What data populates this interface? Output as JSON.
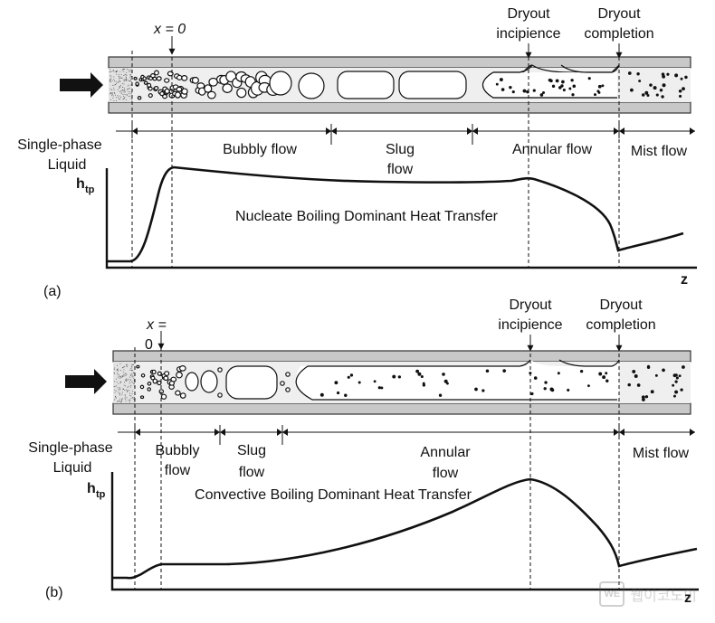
{
  "panel_a": {
    "tag": "(a)",
    "x0_label": "x = 0",
    "dryout_incipience": [
      "Dryout",
      "incipience"
    ],
    "dryout_completion": [
      "Dryout",
      "completion"
    ],
    "regime_single_phase": [
      "Single-phase",
      "Liquid"
    ],
    "regime_bubbly": "Bubbly flow",
    "regime_slug": [
      "Slug",
      "flow"
    ],
    "regime_annular": "Annular flow",
    "regime_mist": "Mist flow",
    "y_axis": "h",
    "y_axis_sub": "tp",
    "x_axis": "z",
    "mechanism": "Nucleate Boiling Dominant Heat Transfer"
  },
  "panel_b": {
    "tag": "(b)",
    "x0_label": [
      "x =",
      "0"
    ],
    "dryout_incipience": [
      "Dryout",
      "incipience"
    ],
    "dryout_completion": [
      "Dryout",
      "completion"
    ],
    "regime_single_phase": [
      "Single-phase",
      "Liquid"
    ],
    "regime_bubbly": [
      "Bubbly",
      "flow"
    ],
    "regime_slug": [
      "Slug",
      "flow"
    ],
    "regime_annular": [
      "Annular",
      "flow"
    ],
    "regime_mist": "Mist flow",
    "y_axis": "h",
    "y_axis_sub": "tp",
    "x_axis": "z",
    "mechanism": "Convective Boiling Dominant Heat Transfer"
  },
  "watermark": {
    "badge": "WE",
    "text": "웹이코노미"
  },
  "icons": {
    "flow_arrow": "flow-direction-arrow-icon"
  }
}
